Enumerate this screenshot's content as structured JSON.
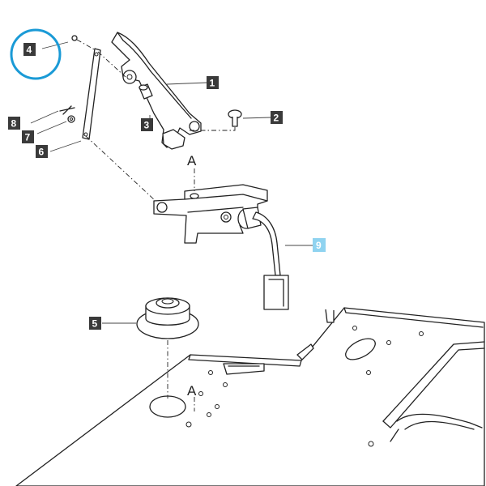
{
  "callouts": [
    {
      "id": "1",
      "label": "1",
      "highlight": false
    },
    {
      "id": "2",
      "label": "2",
      "highlight": false
    },
    {
      "id": "3",
      "label": "3",
      "highlight": false
    },
    {
      "id": "4",
      "label": "4",
      "highlight": false,
      "circled": true
    },
    {
      "id": "5",
      "label": "5",
      "highlight": false
    },
    {
      "id": "6",
      "label": "6",
      "highlight": false
    },
    {
      "id": "7",
      "label": "7",
      "highlight": false
    },
    {
      "id": "8",
      "label": "8",
      "highlight": false
    },
    {
      "id": "9",
      "label": "9",
      "highlight": true
    }
  ],
  "reference_marks": {
    "upper": "A",
    "lower": "A"
  },
  "colors": {
    "callout_box": "#3a3a3a",
    "callout_highlight": "#8fd3f0",
    "circle_ring": "#1a9ad6",
    "line": "#222222"
  }
}
